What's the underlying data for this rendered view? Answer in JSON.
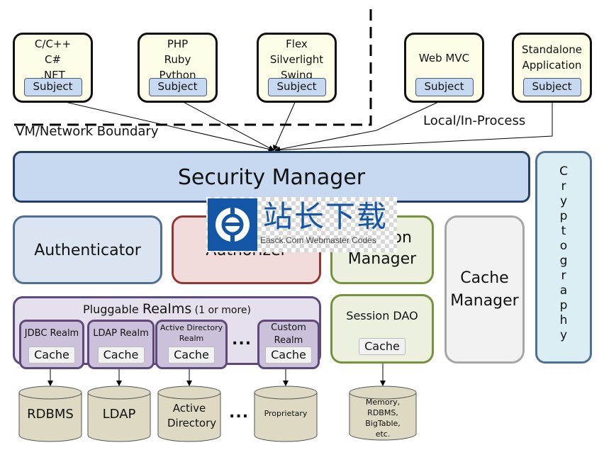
{
  "clients": [
    {
      "lines": [
        "C/C++",
        "C#",
        ".NET"
      ],
      "subject": "Subject"
    },
    {
      "lines": [
        "PHP",
        "Ruby",
        "Python"
      ],
      "subject": "Subject"
    },
    {
      "lines": [
        "Flex",
        "Silverlight",
        "Swing"
      ],
      "subject": "Subject"
    },
    {
      "lines": [
        "Web MVC"
      ],
      "subject": "Subject"
    },
    {
      "lines": [
        "Standalone",
        "Application"
      ],
      "subject": "Subject"
    }
  ],
  "boundaries": {
    "vm_network": "VM/Network Boundary",
    "local": "Local/In-Process"
  },
  "security_manager": "Security Manager",
  "authenticator": "Authenticator",
  "authorizer": "Authorizer",
  "session_manager": [
    "Session",
    "Manager"
  ],
  "session_dao": {
    "label": "Session DAO",
    "cache": "Cache"
  },
  "cache_manager": [
    "Cache",
    "Manager"
  ],
  "cryptography": "Cryptography",
  "realms": {
    "title_pre": "Pluggable ",
    "title_big": "Realms",
    "title_post": " (1 or more)",
    "items": [
      {
        "label": "JDBC Realm",
        "cache": "Cache"
      },
      {
        "label": "LDAP Realm",
        "cache": "Cache"
      },
      {
        "label": "Active Directory Realm",
        "cache": "Cache"
      },
      {
        "label": "Custom Realm",
        "cache": "Cache"
      }
    ],
    "ellipsis": "..."
  },
  "datastores": [
    {
      "label": "RDBMS"
    },
    {
      "label": "LDAP"
    },
    {
      "label": "Active Directory"
    },
    {
      "label": "Proprietary"
    },
    {
      "label": "Memory, RDBMS, BigTable, etc."
    }
  ],
  "datastore_ellipsis": "...",
  "watermark": {
    "cn": "站长下载",
    "en": "Easck.Com Webmaster Codes"
  },
  "colors": {
    "security_manager": "#c6d9f0",
    "authenticator": "#dbe5f1",
    "authorizer": "#f2dcdb",
    "session": "#ebf1de",
    "cache_manager": "#f2f2f2",
    "cryptography": "#dbeef4",
    "realms": "#e5e0ec",
    "client": "#fdfde8",
    "datastore": "#ddd9c3",
    "watermark": "#1456a6"
  }
}
